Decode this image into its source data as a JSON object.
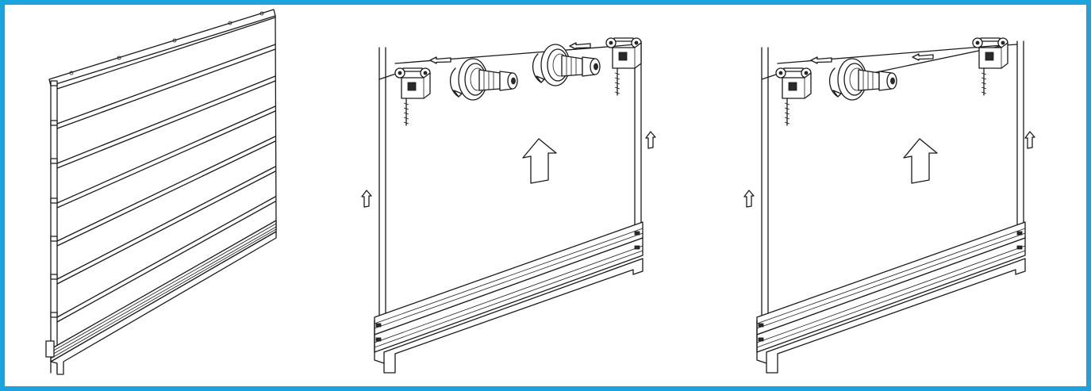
{
  "figure": {
    "border_color": "#1aa3dc",
    "line_color": "#1a1a1a",
    "panels": [
      {
        "id": "slatted-panel",
        "icon": "slatted-panel-drawing"
      },
      {
        "id": "lift-two-motors",
        "icon": "dual-motor-lift-drawing"
      },
      {
        "id": "lift-single-motor",
        "icon": "single-motor-lift-drawing"
      }
    ]
  }
}
